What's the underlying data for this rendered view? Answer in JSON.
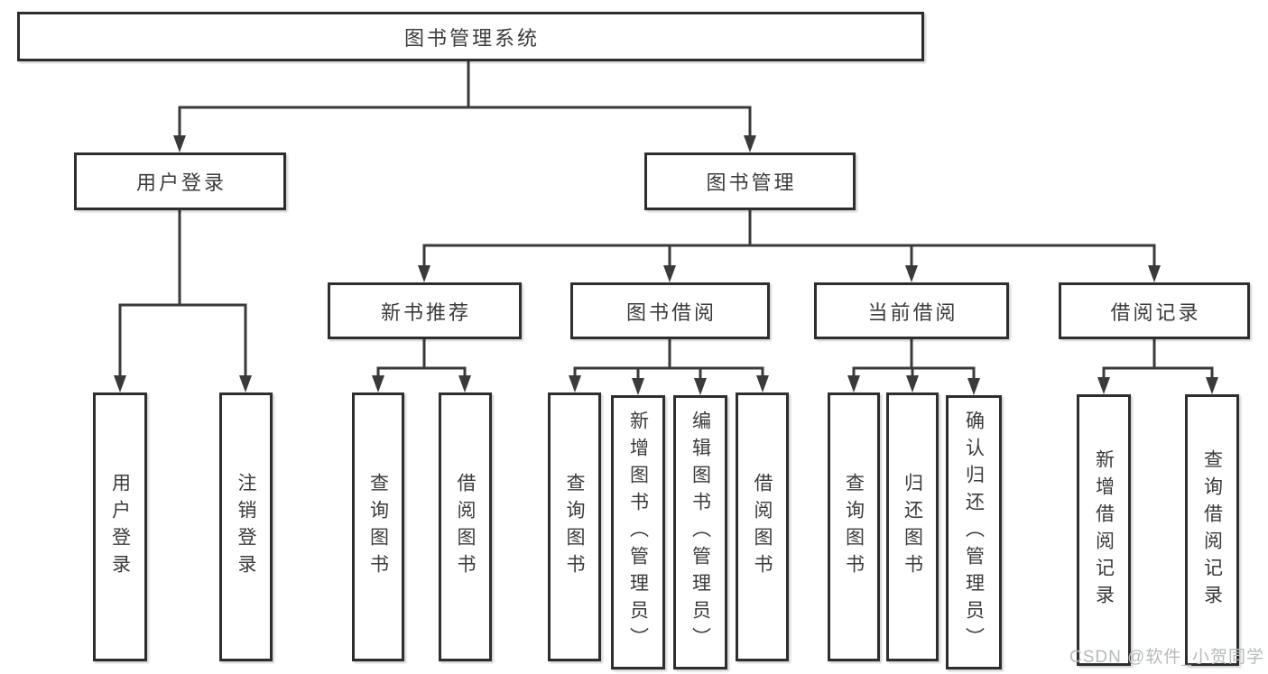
{
  "diagram": {
    "type": "functional-structure-tree",
    "root": {
      "label": "图书管理系统"
    },
    "level2": [
      {
        "label": "用户登录",
        "parent": "图书管理系统"
      },
      {
        "label": "图书管理",
        "parent": "图书管理系统"
      }
    ],
    "level3": [
      {
        "label": "新书推荐",
        "parent": "图书管理"
      },
      {
        "label": "图书借阅",
        "parent": "图书管理"
      },
      {
        "label": "当前借阅",
        "parent": "图书管理"
      },
      {
        "label": "借阅记录",
        "parent": "图书管理"
      }
    ],
    "leaves": [
      {
        "label": "用户登录",
        "parent": "用户登录"
      },
      {
        "label": "注销登录",
        "parent": "用户登录"
      },
      {
        "label": "查询图书",
        "parent": "新书推荐"
      },
      {
        "label": "借阅图书",
        "parent": "新书推荐"
      },
      {
        "label": "查询图书",
        "parent": "图书借阅"
      },
      {
        "label": "新增图书（管理员）",
        "parent": "图书借阅"
      },
      {
        "label": "编辑图书（管理员）",
        "parent": "图书借阅"
      },
      {
        "label": "借阅图书",
        "parent": "图书借阅"
      },
      {
        "label": "查询图书",
        "parent": "当前借阅"
      },
      {
        "label": "归还图书",
        "parent": "当前借阅"
      },
      {
        "label": "确认归还（管理员）",
        "parent": "当前借阅"
      },
      {
        "label": "新增借阅记录",
        "parent": "借阅记录"
      },
      {
        "label": "查询借阅记录",
        "parent": "借阅记录"
      }
    ]
  },
  "watermark": {
    "text": "CSDN @软件_小贺同学",
    "color": "#b6b9bd"
  },
  "colors": {
    "background": "#ffffff",
    "box_fill": "#ffffff",
    "box_border": "#2e2e2e",
    "line": "#3a3a3a",
    "text": "#3b3b3b"
  }
}
